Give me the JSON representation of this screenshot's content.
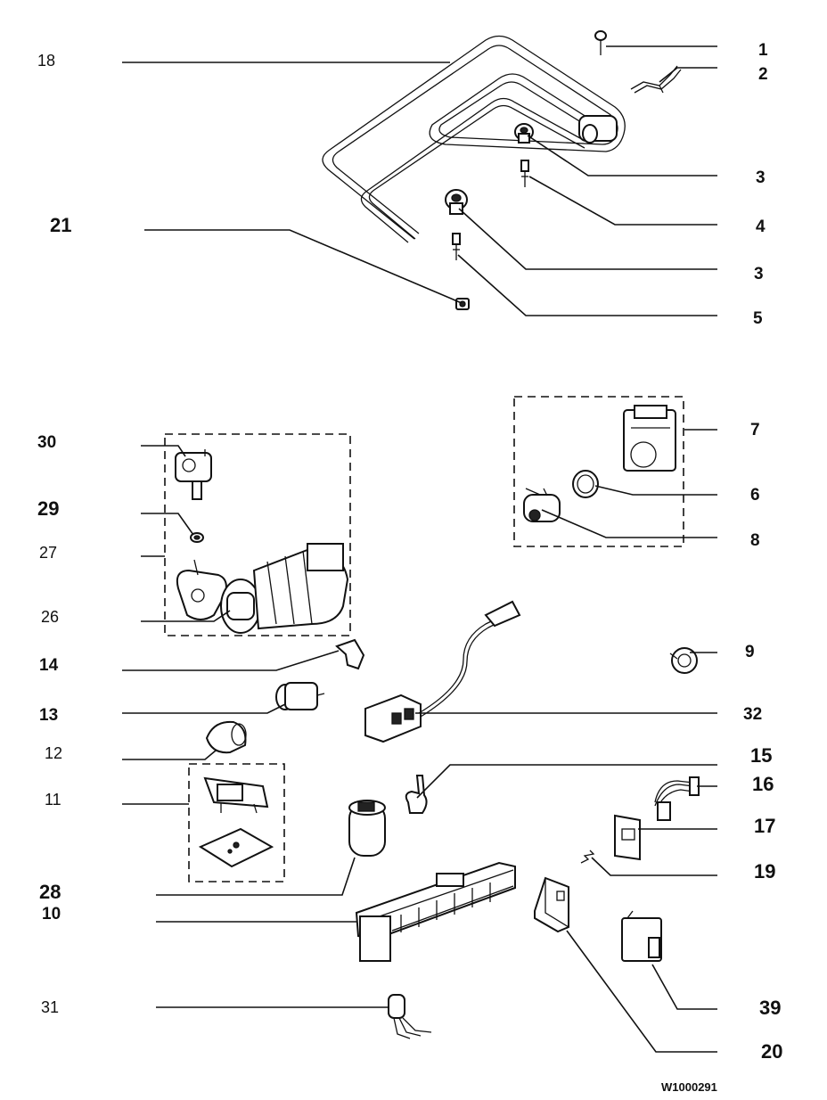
{
  "reference_code": "W1000291",
  "callouts": {
    "c1": "1",
    "c2": "2",
    "c3a": "3",
    "c4": "4",
    "c3b": "3",
    "c5": "5",
    "c18": "18",
    "c21": "21",
    "c30": "30",
    "c29": "29",
    "c27": "27",
    "c26": "26",
    "c7": "7",
    "c6": "6",
    "c8": "8",
    "c9": "9",
    "c14": "14",
    "c13": "13",
    "c32": "32",
    "c12": "12",
    "c15": "15",
    "c16": "16",
    "c11": "11",
    "c17": "17",
    "c19": "19",
    "c28": "28",
    "c10": "10",
    "c31": "31",
    "c39": "39",
    "c20": "20"
  }
}
